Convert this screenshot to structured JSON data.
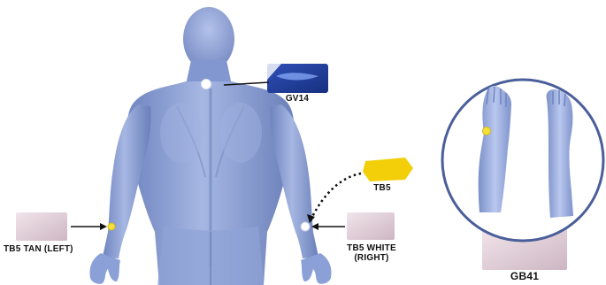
{
  "labels": {
    "gv14": "GV14",
    "tb5": "TB5",
    "tb5_left": "TB5 TAN (LEFT)",
    "tb5_right_line1": "TB5 WHITE",
    "tb5_right_line2": "(RIGHT)",
    "gb41": "GB41"
  },
  "points": [
    {
      "name": "GV14",
      "color": "#ffffff"
    },
    {
      "name": "TB5 TAN (LEFT)",
      "color": "#f3df3b"
    },
    {
      "name": "TB5 WHITE (RIGHT)",
      "color": "#ffffff"
    },
    {
      "name": "GB41",
      "color": "#f3df3b"
    }
  ],
  "colors": {
    "body": "#8ea2d4",
    "body_shadow": "#5e73ad",
    "gv14_tape": "#1d3a9a",
    "tb5_tape": "#f2cf08",
    "tan_tape": "#e7d4db",
    "white_tape": "#e2d5dc",
    "circle_border": "#4a5f9a"
  }
}
